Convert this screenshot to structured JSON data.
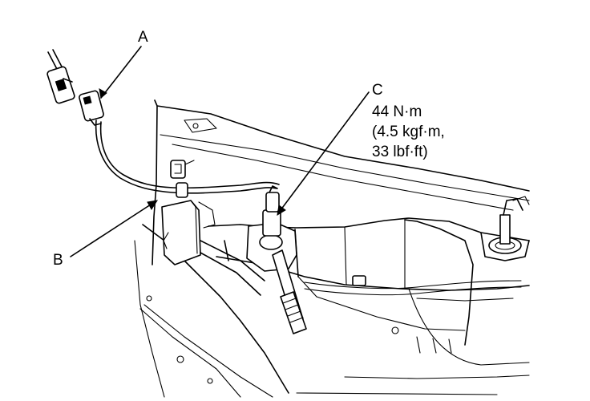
{
  "callouts": {
    "a": {
      "letter": "A"
    },
    "b": {
      "letter": "B"
    },
    "c": {
      "letter": "C",
      "torque_lines": [
        "44 N·m",
        "(4.5 kgf·m,",
        "33 lbf·ft)"
      ]
    }
  },
  "colors": {
    "line": "#000000",
    "background": "#ffffff"
  }
}
